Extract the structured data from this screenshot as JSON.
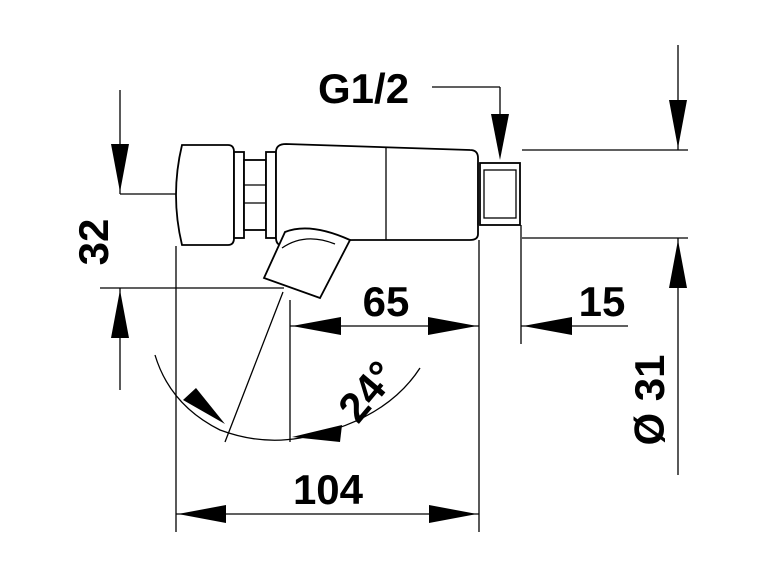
{
  "drawing": {
    "dimensions": {
      "thread": "G1/2",
      "height": "32",
      "body_length": "65",
      "thread_length": "15",
      "overall_length": "104",
      "angle": "24°",
      "diameter": "Ø 31"
    }
  }
}
